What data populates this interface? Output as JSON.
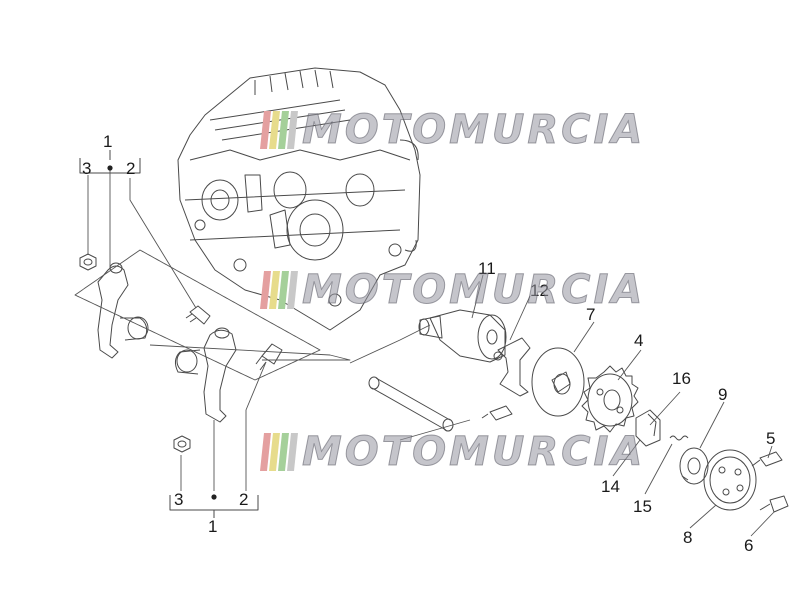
{
  "watermark": {
    "text": "MOTOMURCIA",
    "stripe_colors": [
      "#e4a0a0",
      "#e7dc8c",
      "#a5d09a",
      "#c8c8c8"
    ]
  },
  "callouts": {
    "group_top": {
      "num": "1",
      "left": "3",
      "right": "2"
    },
    "group_bottom": {
      "num": "1",
      "left": "3",
      "right": "2"
    },
    "p11": "11",
    "p12": "12",
    "p7": "7",
    "p4": "4",
    "p16": "16",
    "p9": "9",
    "p5": "5",
    "p14": "14",
    "p15": "15",
    "p8": "8",
    "p6": "6"
  },
  "colors": {
    "line": "#4a4a4a",
    "accent": "#c98a88"
  }
}
